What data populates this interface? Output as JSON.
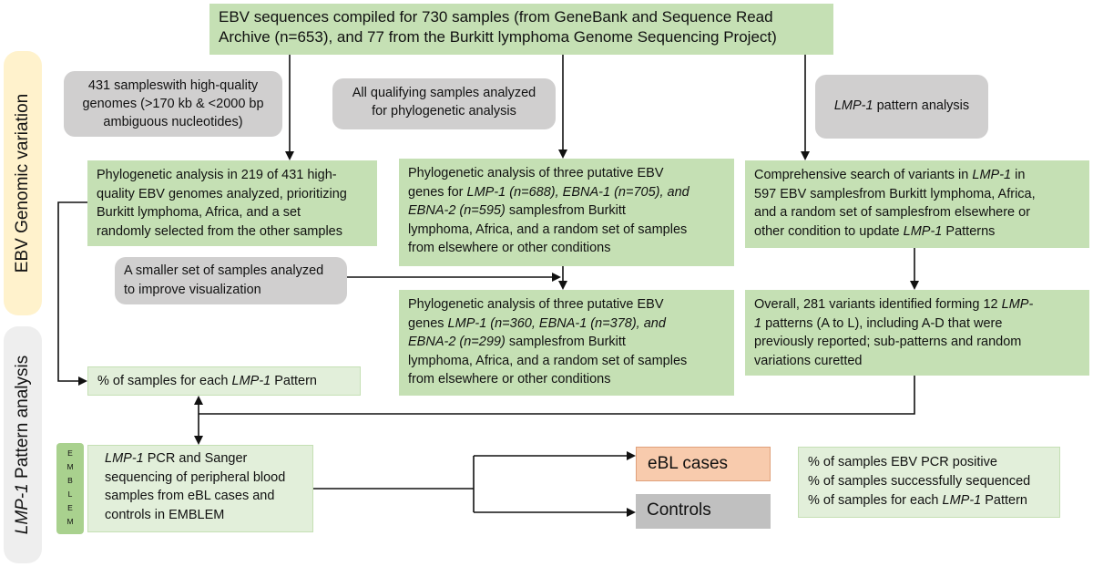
{
  "side_tabs": {
    "genomic": "EBV Genomic variation",
    "lmp1_italic": "LMP-1",
    "lmp1_rest": " Pattern analysis"
  },
  "emblem_letters": [
    "E",
    "M",
    "B",
    "L",
    "E",
    "M"
  ],
  "top_box": {
    "line1": "EBV sequences compiled for 730 samples (from GeneBank and Sequence Read",
    "line2": "Archive (n=653), and 77 from the Burkitt lymphoma Genome Sequencing Project)"
  },
  "grey_left": {
    "line1": "431 sampleswith high-quality",
    "line2": "genomes (>170 kb & <2000 bp",
    "line3": "ambiguous nucleotides)"
  },
  "grey_middle": {
    "line1": "All qualifying samples analyzed",
    "line2": "for phylogenetic analysis"
  },
  "grey_right": {
    "italic": "LMP-1",
    "rest": " pattern analysis"
  },
  "grey_small": {
    "line1": "A smaller set of samples analyzed",
    "line2": "to improve visualization"
  },
  "box_left": {
    "line1": "Phylogenetic analysis in 219 of 431 high-",
    "line2": "quality EBV genomes analyzed, prioritizing",
    "line3": "Burkitt lymphoma, Africa, and a  set",
    "line4": "randomly selected from the other samples"
  },
  "box_mid1": {
    "line1": "Phylogenetic analysis of three putative EBV",
    "line2_pre": "genes for ",
    "line2_italic": "LMP-1 (n=688), EBNA-1 (n=705), and",
    "line3_italic": "EBNA-2 (n=595)",
    "line3_rest": " samplesfrom Burkitt",
    "line4": "lymphoma, Africa, and a random set of samples",
    "line5": "from elsewhere or other conditions"
  },
  "box_right1": {
    "line1_pre": "Comprehensive search of variants in ",
    "line1_italic": "LMP-1",
    "line1_post": " in",
    "line2": "597 EBV samplesfrom Burkitt lymphoma, Africa,",
    "line3": "and a random set of samplesfrom elsewhere or",
    "line4_pre": "other condition to update ",
    "line4_italic": "LMP-1",
    "line4_post": " Patterns"
  },
  "box_mid2": {
    "line1": "Phylogenetic analysis of three putative EBV",
    "line2_pre": "genes ",
    "line2_italic": "LMP-1 (n=360, EBNA-1 (n=378), and",
    "line3_italic": "EBNA-2 (n=299)",
    "line3_rest": " samplesfrom Burkitt",
    "line4": "lymphoma, Africa, and a random set of samples",
    "line5": "from elsewhere or other conditions"
  },
  "box_right2": {
    "line1_pre": "Overall, 281 variants identified forming 12 ",
    "line1_italic": "LMP-",
    "line2_italic": "1",
    "line2_rest": " patterns (A to L), including A-D that were",
    "line3": "previously reported; sub-patterns and random",
    "line4": "variations curetted"
  },
  "box_pattern": {
    "pre": "% of samples for each ",
    "italic": "LMP-1",
    "post": " Pattern"
  },
  "box_emblem": {
    "line1_italic": "LMP-1",
    "line1_rest": " PCR and Sanger",
    "line2": "sequencing of peripheral blood",
    "line3": "samples from eBL cases and",
    "line4": "controls in EMBLEM"
  },
  "outcome_ebl": "eBL cases",
  "outcome_controls": "Controls",
  "box_results": {
    "line1": "% of samples EBV PCR positive",
    "line2": "% of samples successfully sequenced",
    "line3_pre": "% of samples for each ",
    "line3_italic": "LMP-1",
    "line3_post": " Pattern"
  },
  "colors": {
    "green": "#c5e0b4",
    "light_green": "#e2efda",
    "grey": "#d0cfcf",
    "orange": "#f8cbad",
    "yellow_tab": "#fff2cc",
    "grey_tab": "#eeeeee",
    "emblem": "#a9d18e"
  }
}
